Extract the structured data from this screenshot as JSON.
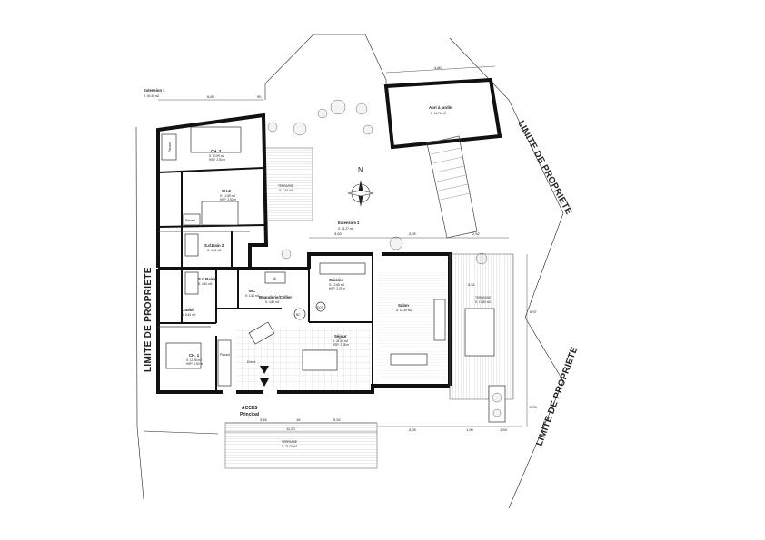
{
  "north_label": "N",
  "limits": {
    "left": "LIMITE DE PROPRIETE",
    "right_top": "LIMITE DE PROPRIETE",
    "right_bottom": "LIMITE DE PROPRIETE"
  },
  "extension1": {
    "label": "Extension 1",
    "area": "S: 40,40 m2"
  },
  "extension2": {
    "label": "Extension 2",
    "area": "S: 21,27 m2"
  },
  "rooms": {
    "ch3": {
      "name": "CH. 3",
      "line1": "S: 10,99 m2",
      "line2": "HSP: 2,50 m"
    },
    "ch2": {
      "name": "CH.2",
      "line1": "S: 12,89 m2",
      "line2": "HSP: 2,50 m"
    },
    "ch1": {
      "name": "CH. 1",
      "line1": "S: 11,98 m2",
      "line2": "HSP: 2,50 m"
    },
    "sdb2": {
      "name": "S.d.Bain 2",
      "line1": "S: 4,06 m2"
    },
    "sdb": {
      "name": "S.d.Bains",
      "line1": "S: 4,40 m2"
    },
    "wc": {
      "name": "WC",
      "line1": "S: 1,50 m2"
    },
    "buanderie": {
      "name": "Buanderie/Cellier",
      "line1": "S: 4,80 m2"
    },
    "couloir": {
      "name": "Couloir",
      "line1": "S: 6,40 m2"
    },
    "cuisine": {
      "name": "Cuisine",
      "line1": "S: 12,65 m2",
      "line2": "HSP: 2,37 m"
    },
    "salon": {
      "name": "Salon",
      "line1": "S: 18,30 m2"
    },
    "sejour": {
      "name": "Séjour",
      "line1": "S: 24,50 m2",
      "line2": "HSP: 2,68 m"
    },
    "entree": {
      "name": "Entrée"
    },
    "abri": {
      "name": "Abri à jardin",
      "line1": "S: 11,70 m2"
    },
    "terr1": {
      "name": "TERRASSE",
      "line1": "S: 7,20 m2"
    },
    "terr2": {
      "name": "TERRASSE",
      "line1": "S: 17,80 m2"
    },
    "terr3": {
      "name": "TERRASSE",
      "line1": "S: 21,00 m2"
    }
  },
  "tags": {
    "placard1": "Placard",
    "placard2": "Placard",
    "placard3": "Placard",
    "bc": "BC",
    "ecs": "ECS",
    "ml": "ML"
  },
  "access": {
    "line1": "ACCÈS",
    "line2": "Principal"
  },
  "dims": {
    "top1": "6,83",
    "top2": "90",
    "abri": "4,80",
    "mid1": "3,63",
    "mid2": "3,05",
    "mid3": "2,52",
    "bot1": "3,45",
    "bot2": "16",
    "bot3": "5,52",
    "bot4": "3,09",
    "bot5": "1,90",
    "bot6": "1,53",
    "total": "11,20",
    "r1": "6,97",
    "r2": "0,51",
    "r3": "2,05"
  },
  "chart_data": {
    "type": "table",
    "rows": [
      [
        "CH. 3",
        "10,99 m2"
      ],
      [
        "CH.2",
        "12,89 m2"
      ],
      [
        "CH. 1",
        "11,98 m2"
      ],
      [
        "S.d.Bain 2",
        "4,06 m2"
      ],
      [
        "S.d.Bains",
        "4,40 m2"
      ],
      [
        "WC",
        "1,50 m2"
      ],
      [
        "Buanderie/Cellier",
        "4,80 m2"
      ],
      [
        "Couloir",
        "6,40 m2"
      ],
      [
        "Cuisine",
        "12,65 m2"
      ],
      [
        "Salon",
        "18,30 m2"
      ],
      [
        "Séjour",
        "24,50 m2"
      ],
      [
        "Abri à jardin",
        "11,70 m2"
      ]
    ]
  }
}
